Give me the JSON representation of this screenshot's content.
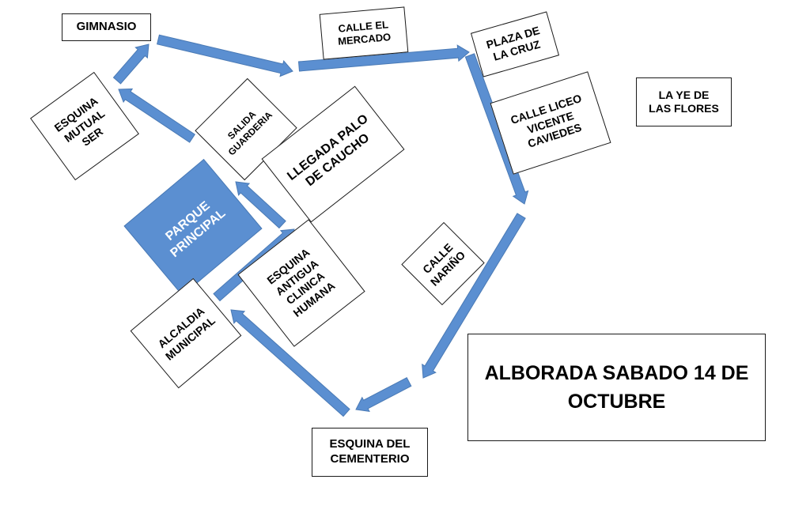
{
  "colors": {
    "arrow": "#5b8fd1",
    "arrow_stroke": "#4a7ab5",
    "park_fill": "#5b8fd1",
    "border": "#1a1a1a"
  },
  "nodes": {
    "gimnasio": "GIMNASIO",
    "calle_el_mercado": "CALLE EL\nMERCADO",
    "plaza_de_la_cruz": "PLAZA DE\nLA CRUZ",
    "la_ye_de_las_flores": "LA YE DE\nLAS FLORES",
    "calle_liceo": "CALLE LICEO\nVICENTE\nCAVIEDES",
    "esquina_mutual_ser": "ESQUINA\nMUTUAL\nSER",
    "salida_guarderia": "SALIDA\nGUARDERIA",
    "llegada_palo_de_caucho": "LLEGADA PALO\nDE CAUCHO",
    "parque_principal": "PARQUE\nPRINCIPAL",
    "esquina_antigua_clinica": "ESQUINA\nANTIGUA\nCLINICA\nHUMANA",
    "calle_narino": "CALLE\nNARIÑO",
    "alcaldia_municipal": "ALCALDIA\nMUNICIPAL",
    "esquina_del_cementerio": "ESQUINA DEL\nCEMENTERIO",
    "title": "ALBORADA SABADO 14 DE\nOCTUBRE"
  }
}
